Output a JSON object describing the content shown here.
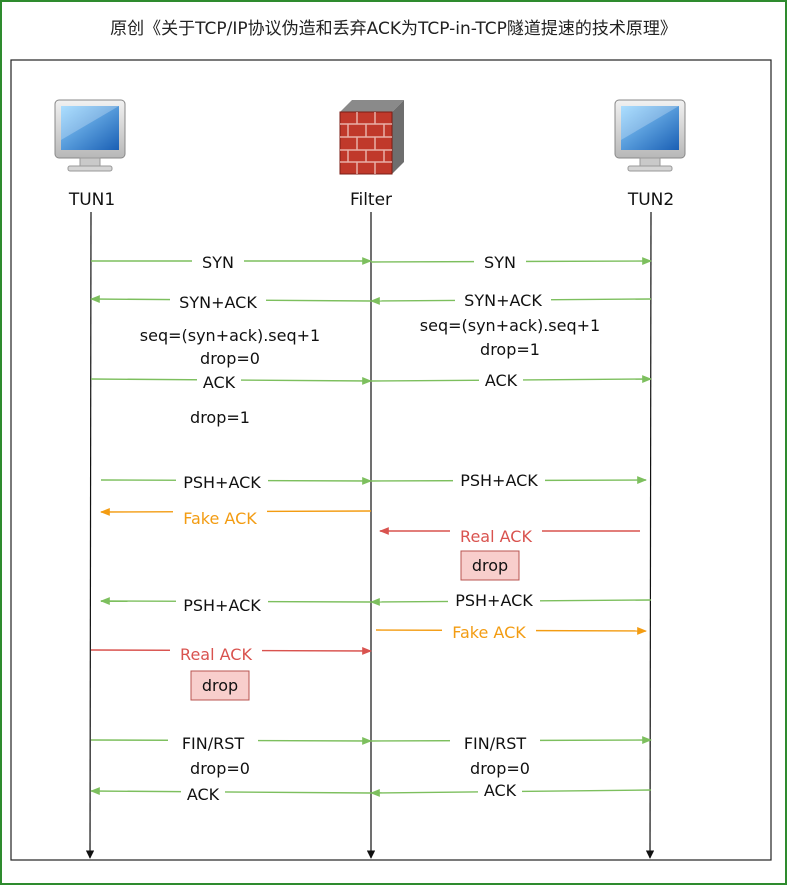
{
  "title": "原创《关于TCP/IP协议伪造和丢弃ACK为TCP-in-TCP隧道提速的技术原理》",
  "colors": {
    "green": "#7dbf5e",
    "orange": "#f39c12",
    "red": "#d9534f",
    "drop_fill": "#f8cecc",
    "drop_stroke": "#b85450",
    "border": "#2e8b2e"
  },
  "nodes": [
    {
      "id": "tun1",
      "label": "TUN1",
      "icon": "computer-monitor-icon"
    },
    {
      "id": "filter",
      "label": "Filter",
      "icon": "firewall-icon"
    },
    {
      "id": "tun2",
      "label": "TUN2",
      "icon": "computer-monitor-icon"
    }
  ],
  "messages": [
    {
      "name": "syn-left",
      "label": "SYN",
      "color": "green"
    },
    {
      "name": "syn-right",
      "label": "SYN",
      "color": "green"
    },
    {
      "name": "synack-left",
      "label": "SYN+ACK",
      "color": "green"
    },
    {
      "name": "synack-right",
      "label": "SYN+ACK",
      "color": "green"
    },
    {
      "name": "ack-left",
      "label": "ACK",
      "color": "green"
    },
    {
      "name": "ack-right",
      "label": "ACK",
      "color": "green"
    },
    {
      "name": "pshack1-left",
      "label": "PSH+ACK",
      "color": "green"
    },
    {
      "name": "pshack1-right",
      "label": "PSH+ACK",
      "color": "green"
    },
    {
      "name": "fakeack1",
      "label": "Fake ACK",
      "color": "orange"
    },
    {
      "name": "realack1",
      "label": "Real ACK",
      "color": "red"
    },
    {
      "name": "pshack2-left",
      "label": "PSH+ACK",
      "color": "green"
    },
    {
      "name": "pshack2-right",
      "label": "PSH+ACK",
      "color": "green"
    },
    {
      "name": "fakeack2",
      "label": "Fake ACK",
      "color": "orange"
    },
    {
      "name": "realack2",
      "label": "Real ACK",
      "color": "red"
    },
    {
      "name": "finrst-left",
      "label": "FIN/RST",
      "color": "green"
    },
    {
      "name": "finrst-right",
      "label": "FIN/RST",
      "color": "green"
    },
    {
      "name": "ackfin-left",
      "label": "ACK",
      "color": "green"
    },
    {
      "name": "ackfin-right",
      "label": "ACK",
      "color": "green"
    }
  ],
  "notes": [
    {
      "name": "seq-note-left",
      "text": "seq=(syn+ack).seq+1"
    },
    {
      "name": "drop-note-left-1",
      "text": "drop=0"
    },
    {
      "name": "seq-note-right",
      "text": "seq=(syn+ack).seq+1"
    },
    {
      "name": "drop-note-right-1",
      "text": "drop=1"
    },
    {
      "name": "drop-note-left-2",
      "text": "drop=1"
    },
    {
      "name": "drop-note-left-3",
      "text": "drop=0"
    },
    {
      "name": "drop-note-right-3",
      "text": "drop=0"
    }
  ],
  "drop_boxes": [
    {
      "name": "drop-box-right",
      "text": "drop"
    },
    {
      "name": "drop-box-left",
      "text": "drop"
    }
  ]
}
